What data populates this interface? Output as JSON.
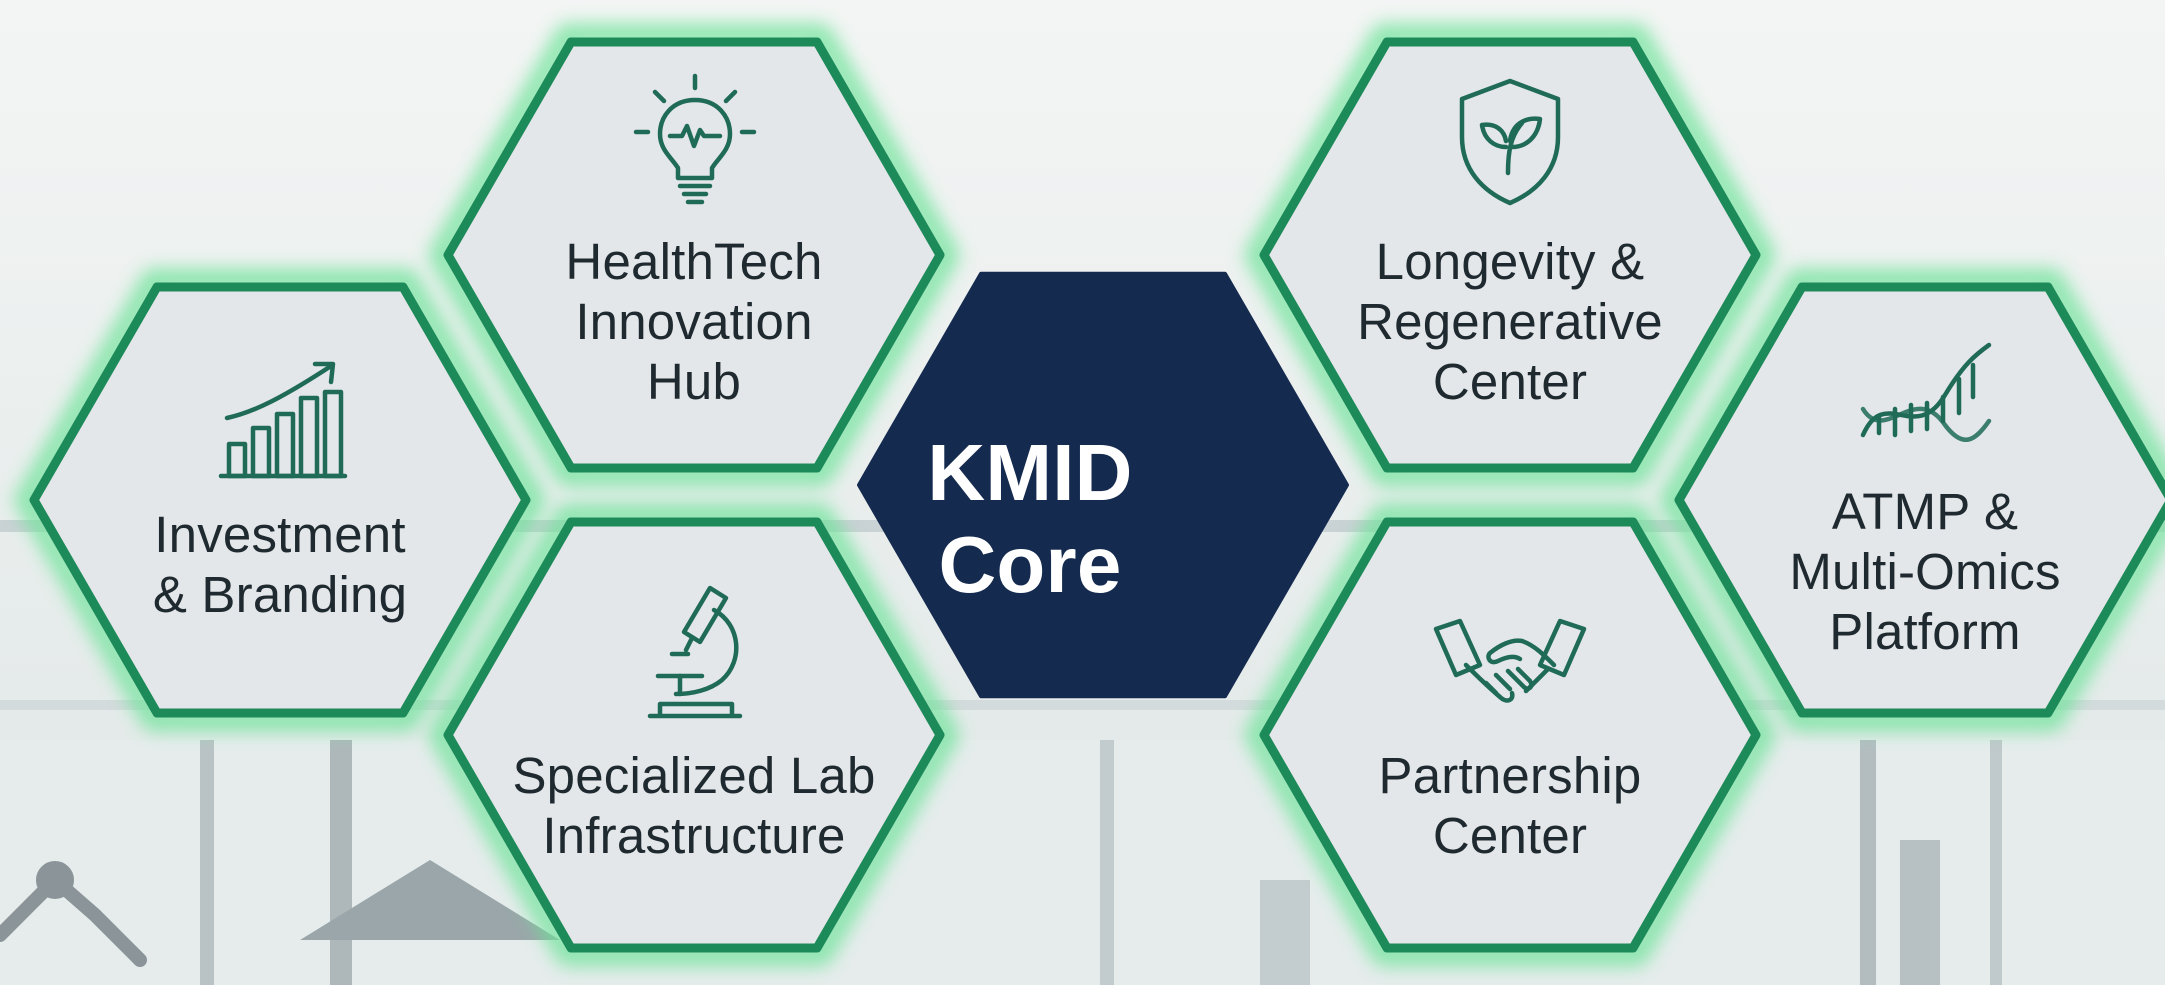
{
  "diagram": {
    "center": {
      "line1": "KMID",
      "line2": "Core",
      "fill": "#152a4f"
    },
    "nodes": [
      {
        "id": "healthtech",
        "lines": [
          "HealthTech",
          "Innovation",
          "Hub"
        ],
        "icon": "lightbulb-icon"
      },
      {
        "id": "investment",
        "lines": [
          "Investment",
          "& Branding"
        ],
        "icon": "growth-chart-icon"
      },
      {
        "id": "lab",
        "lines": [
          "Specialized Lab",
          "Infrastructure"
        ],
        "icon": "microscope-icon"
      },
      {
        "id": "longevity",
        "lines": [
          "Longevity &",
          "Regenerative",
          "Center"
        ],
        "icon": "shield-leaf-icon"
      },
      {
        "id": "atmp",
        "lines": [
          "ATMP &",
          "Multi-Omics",
          "Platform"
        ],
        "icon": "dna-icon"
      },
      {
        "id": "partnership",
        "lines": [
          "Partnership",
          "Center"
        ],
        "icon": "handshake-icon"
      }
    ]
  },
  "colors": {
    "hex_fill": "#e4e7e9",
    "hex_border": "#1d8a5a",
    "glow": "#6ee39a",
    "icon_stroke": "#1f6b57",
    "text": "#1f2a30",
    "core_fill": "#152a4f"
  }
}
